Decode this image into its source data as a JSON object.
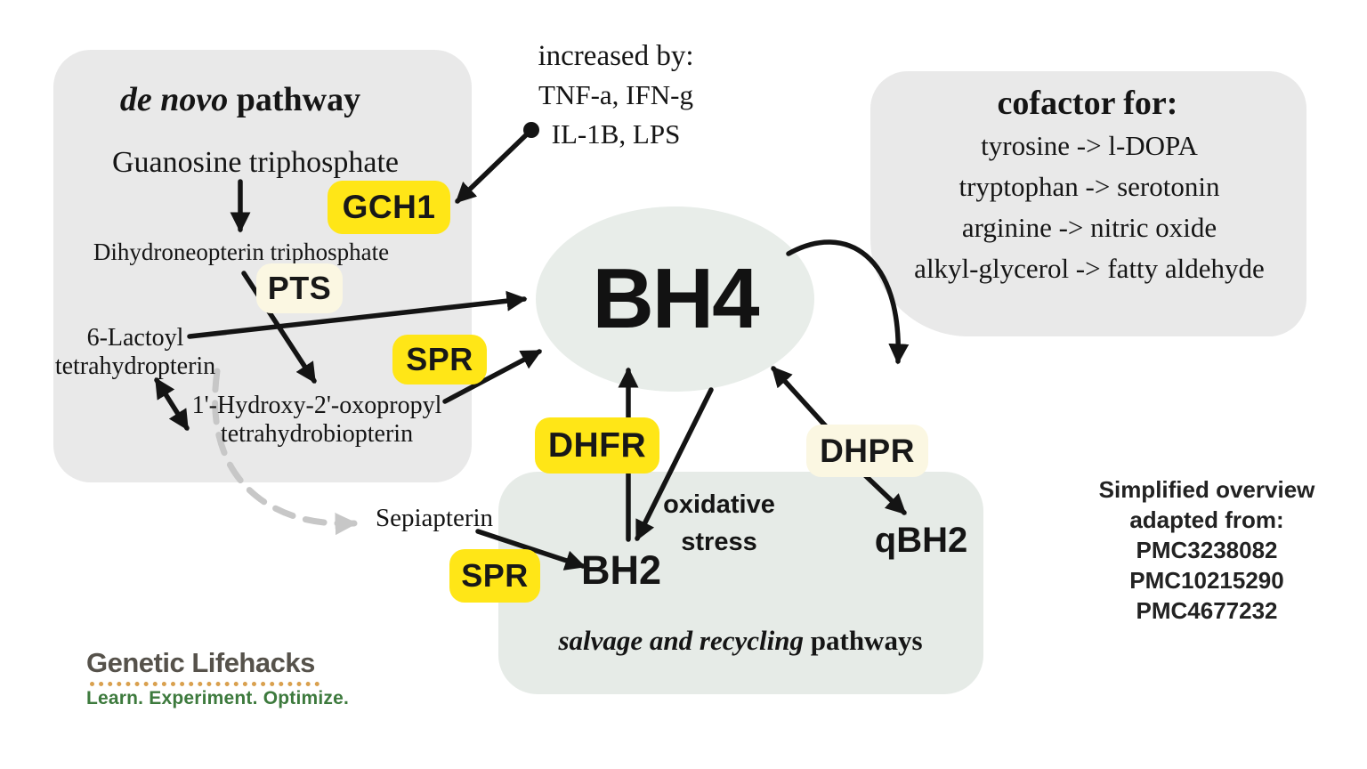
{
  "colors": {
    "yellow": "#ffe617",
    "cream": "#fbf7e2",
    "box_gray": "#e9e9e9",
    "salvage_green": "#e6ebe7",
    "ellipse": "#e8ede9",
    "dash_gray": "#c7c7c7",
    "logo_title": "#56524b",
    "logo_green": "#3d7a3d",
    "logo_dots": "#d9a04e"
  },
  "de_novo": {
    "title_em": "de novo",
    "title_rest": " pathway",
    "guanosine": "Guanosine triphosphate",
    "dihydroneopterin": "Dihydroneopterin triphosphate",
    "lactoyl_1": "6-Lactoyl",
    "lactoyl_2": "tetrahydropterin",
    "hydroxy_1": "1'-Hydroxy-2'-oxopropyl",
    "hydroxy_2": "tetrahydrobiopterin"
  },
  "enzymes": {
    "gch1": "GCH1",
    "pts": "PTS",
    "spr_upper": "SPR",
    "dhfr": "DHFR",
    "dhpr": "DHPR",
    "spr_lower": "SPR"
  },
  "increased_by": {
    "title": "increased by:",
    "line_1": "TNF-a, IFN-g",
    "line_2": "IL-1B, LPS"
  },
  "bh4_label": "BH4",
  "cofactor": {
    "title": "cofactor for:",
    "lines": [
      "tyrosine -> l-DOPA",
      "tryptophan -> serotonin",
      "arginine -> nitric oxide",
      "alkyl-glycerol -> fatty aldehyde"
    ]
  },
  "salvage": {
    "sepiapterin": "Sepiapterin",
    "bh2": "BH2",
    "qbh2": "qBH2",
    "oxidative_1": "oxidative",
    "oxidative_2": "stress",
    "caption_em": "salvage and recycling",
    "caption_rest": " pathways"
  },
  "source_note": {
    "lines": [
      "Simplified overview",
      "adapted from:",
      "PMC3238082",
      "PMC10215290",
      "PMC4677232"
    ]
  },
  "logo": {
    "title": "Genetic Lifehacks",
    "tagline": "Learn. Experiment. Optimize."
  }
}
